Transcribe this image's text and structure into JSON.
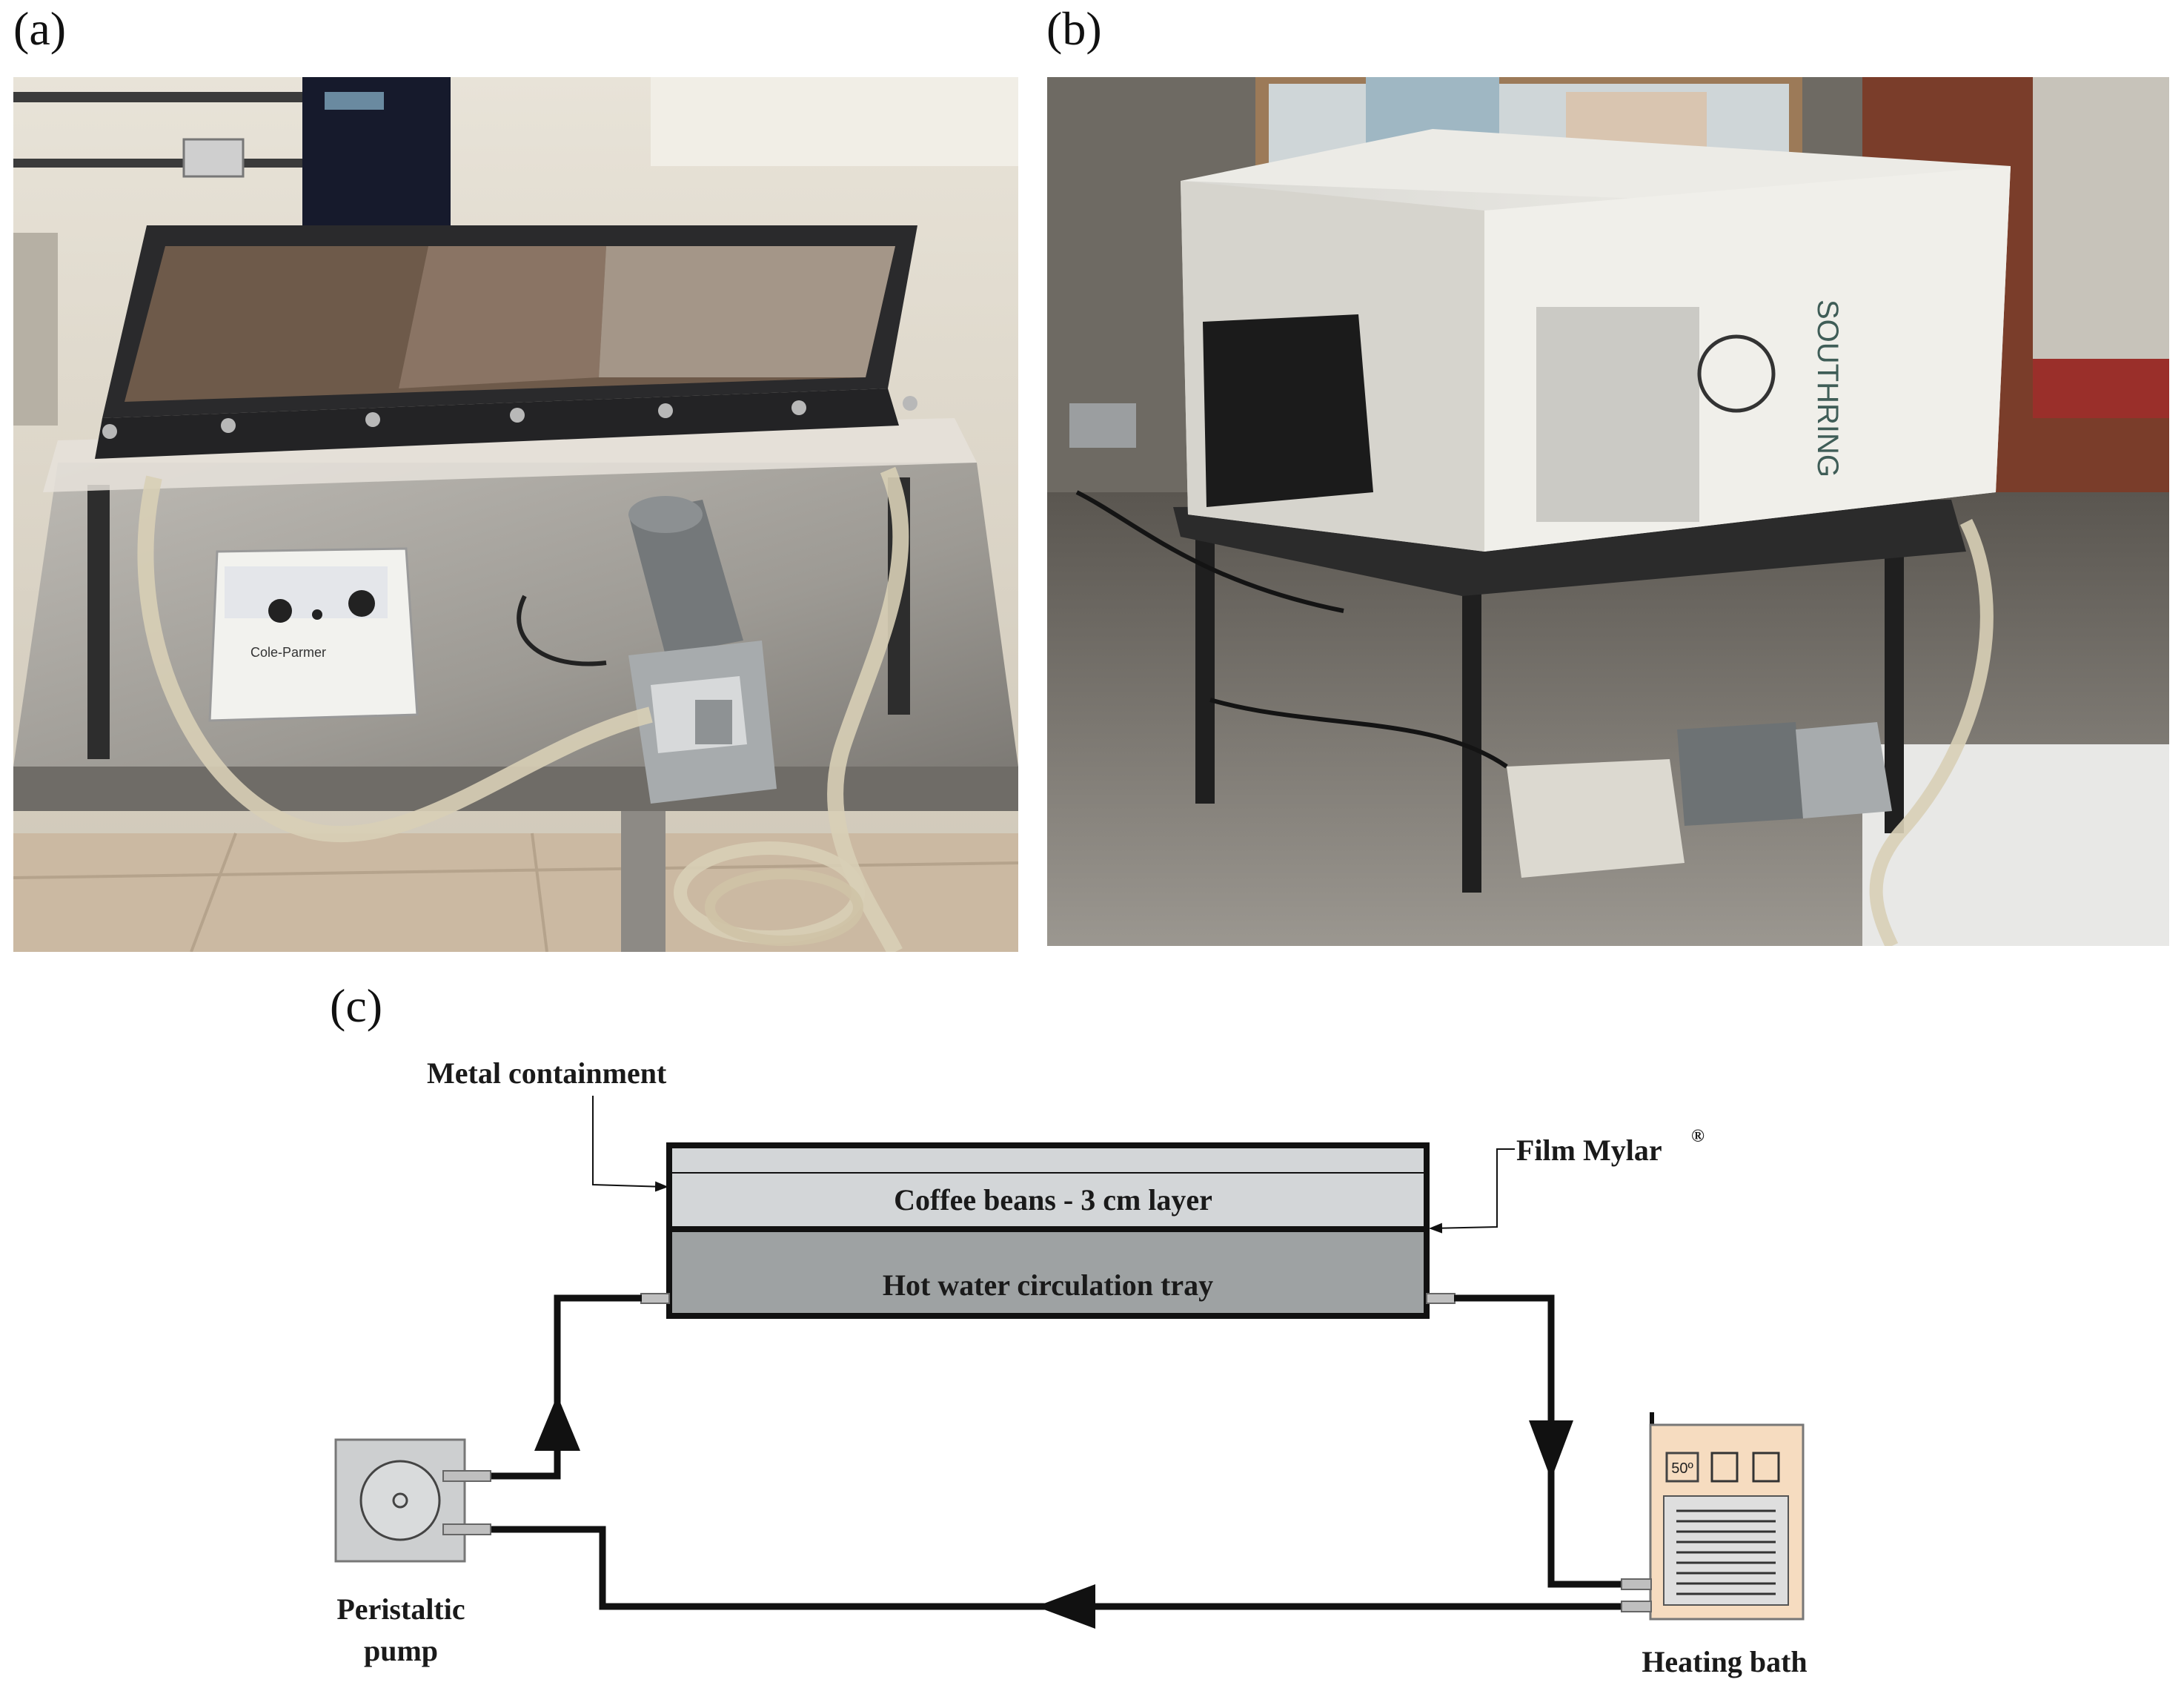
{
  "panels": {
    "a": "(a)",
    "b": "(b)",
    "c": "(c)"
  },
  "photo_a": {
    "controller_label": "Cole-Parmer"
  },
  "photo_b": {
    "box_brand": "SOUTHRING"
  },
  "diagram": {
    "metal_containment": "Metal containment",
    "film_mylar": "Film Mylar",
    "registered_mark": "®",
    "coffee_beans": "Coffee beans - 3 cm layer",
    "hot_water_tray": "Hot water circulation tray",
    "pump_label_line1": "Peristaltic",
    "pump_label_line2": "pump",
    "heating_bath": "Heating bath",
    "bath_display": "50º"
  },
  "colors": {
    "tray_dark": "#9ea2a3",
    "beans_light": "#d3d6d8",
    "pump_box": "#cdcfd0",
    "bath_body": "#f6dcc0",
    "line": "#111111"
  }
}
